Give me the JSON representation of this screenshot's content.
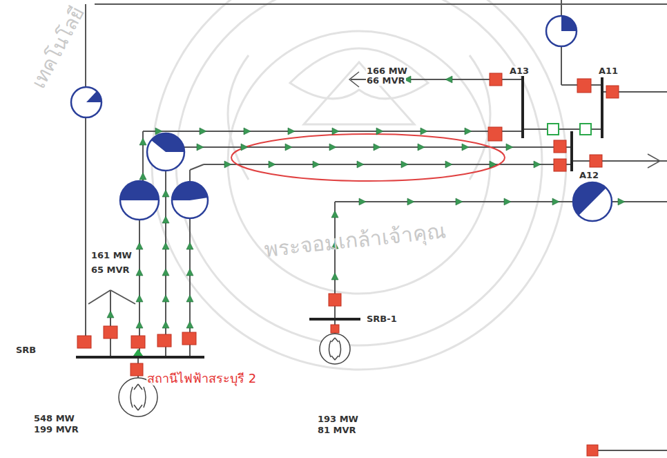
{
  "diagram": {
    "labels": [
      "166 MW",
      "66 MVR",
      "A13",
      "A11",
      "A12",
      "161 MW",
      "65 MVR",
      "SRB",
      "สถานีไฟฟ้าสระบุรี 2",
      "548 MW",
      "199 MVR",
      "SRB-1",
      "193 MW",
      "81 MVR",
      "เทคโนโลยี",
      "พระจอมเกล้าเจ้าคุณ"
    ]
  }
}
